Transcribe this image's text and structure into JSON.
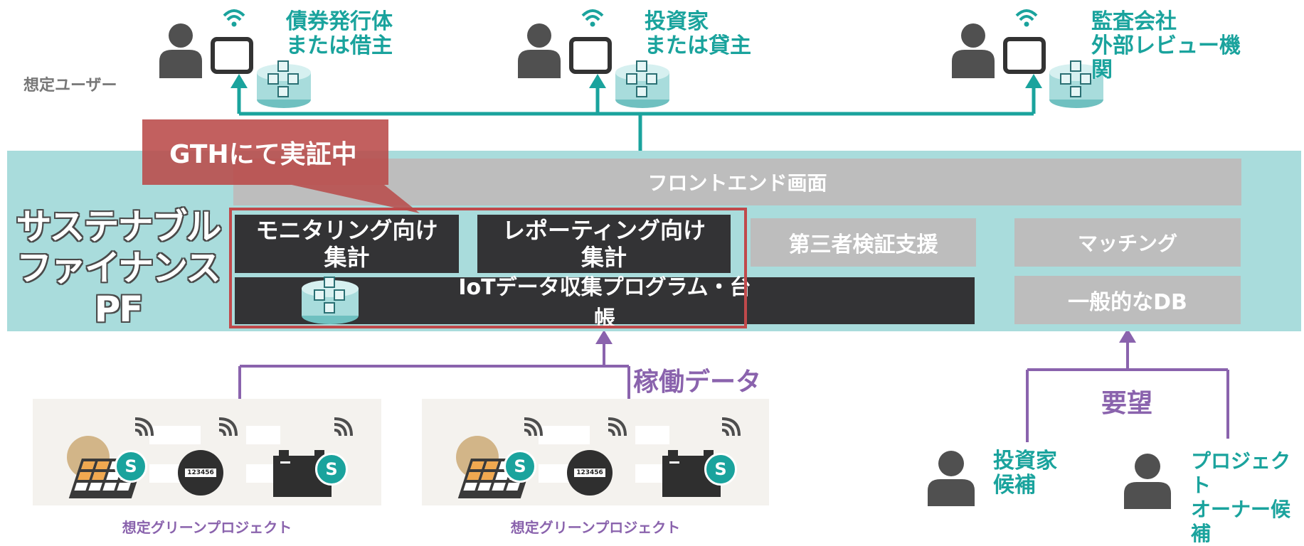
{
  "users_label": "想定ユーザー",
  "top_users": [
    {
      "line1": "債券発行体",
      "line2": "または借主"
    },
    {
      "line1": "投資家",
      "line2": "または貸主"
    },
    {
      "line1": "監査会社",
      "line2": "外部レビュー機関"
    }
  ],
  "gth_label": "GTHにて実証中",
  "platform_title_line1": "サステナブル",
  "platform_title_line2": "ファイナンスPF",
  "frontend_label": "フロントエンド画面",
  "monitoring_line1": "モニタリング向け",
  "monitoring_line2": "集計",
  "reporting_line1": "レポーティング向け",
  "reporting_line2": "集計",
  "third_party_label": "第三者検証支援",
  "matching_label": "マッチング",
  "iot_label": "IoTデータ収集プログラム・台帳",
  "general_db_label": "一般的なDB",
  "operation_data_label": "稼働データ",
  "request_label": "要望",
  "projects": [
    {
      "label": "想定グリーンプロジェクト",
      "meter_reading": "123456",
      "sensor_letter": "S"
    },
    {
      "label": "想定グリーンプロジェクト",
      "meter_reading": "123456",
      "sensor_letter": "S"
    }
  ],
  "bottom_users": [
    {
      "line1": "投資家",
      "line2": "候補"
    },
    {
      "line1": "プロジェクト",
      "line2": "オーナー候補"
    }
  ],
  "colors": {
    "teal": "#1aa39d",
    "platform_bg": "#a9dcdc",
    "dark_box": "#333335",
    "gray_box": "#bdbdbd",
    "highlight_red": "#c0494b",
    "purple": "#8a63ad"
  }
}
